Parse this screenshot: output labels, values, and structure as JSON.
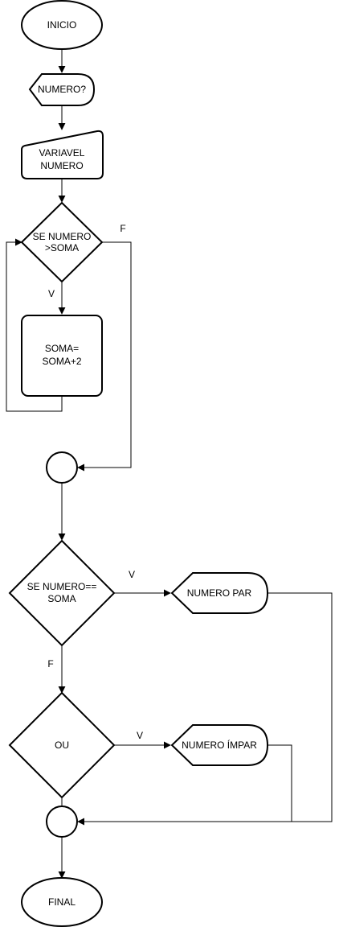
{
  "nodes": {
    "inicio": "INICIO",
    "input_numero": "NUMERO?",
    "variavel": [
      "VARIAVEL",
      "NUMERO"
    ],
    "decision_soma": [
      "SE NUMERO",
      ">SOMA"
    ],
    "process_soma": [
      "SOMA=",
      "SOMA+2"
    ],
    "decision_igual": [
      "SE NUMERO==",
      "SOMA"
    ],
    "output_par": "NUMERO PAR",
    "decision_ou": "OU",
    "output_impar": "NUMERO ÍMPAR",
    "final": "FINAL"
  },
  "edge_labels": {
    "soma_false": "F",
    "soma_true": "V",
    "igual_true": "V",
    "igual_false": "F",
    "ou_true": "V"
  },
  "colors": {
    "stroke": "#000000",
    "fill": "#ffffff",
    "text": "#000000"
  }
}
